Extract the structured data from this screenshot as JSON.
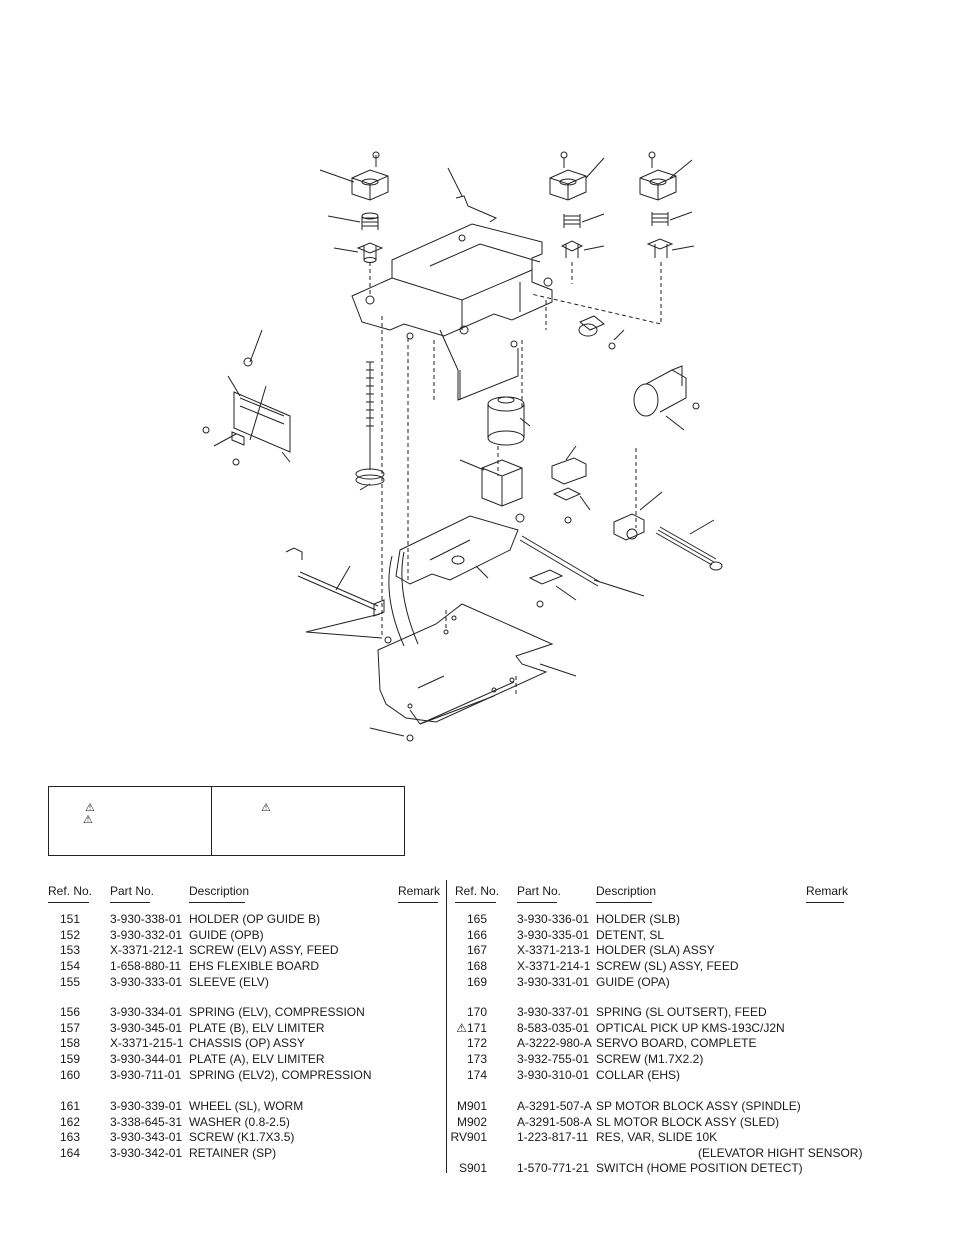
{
  "note_box": {
    "left_warnings": [
      "⚠",
      "⚠"
    ],
    "right_warnings": [
      "⚠"
    ]
  },
  "table_headers": {
    "ref": "Ref. No.",
    "part": "Part No.",
    "desc": "Description",
    "remark": "Remark"
  },
  "left_rows": [
    {
      "ref": "151",
      "part": "3-930-338-01",
      "desc": "HOLDER (OP GUIDE B)"
    },
    {
      "ref": "152",
      "part": "3-930-332-01",
      "desc": "GUIDE (OPB)"
    },
    {
      "ref": "153",
      "part": "X-3371-212-1",
      "desc": "SCREW (ELV) ASSY, FEED"
    },
    {
      "ref": "154",
      "part": "1-658-880-11",
      "desc": "EHS FLEXIBLE BOARD"
    },
    {
      "ref": "155",
      "part": "3-930-333-01",
      "desc": "SLEEVE (ELV)"
    },
    {
      "ref": "156",
      "part": "3-930-334-01",
      "desc": "SPRING (ELV), COMPRESSION"
    },
    {
      "ref": "157",
      "part": "3-930-345-01",
      "desc": "PLATE (B), ELV LIMITER"
    },
    {
      "ref": "158",
      "part": "X-3371-215-1",
      "desc": "CHASSIS (OP) ASSY"
    },
    {
      "ref": "159",
      "part": "3-930-344-01",
      "desc": "PLATE (A), ELV LIMITER"
    },
    {
      "ref": "160",
      "part": "3-930-711-01",
      "desc": "SPRING (ELV2), COMPRESSION"
    },
    {
      "ref": "161",
      "part": "3-930-339-01",
      "desc": "WHEEL (SL), WORM"
    },
    {
      "ref": "162",
      "part": "3-338-645-31",
      "desc": "WASHER (0.8-2.5)"
    },
    {
      "ref": "163",
      "part": "3-930-343-01",
      "desc": "SCREW (K1.7X3.5)"
    },
    {
      "ref": "164",
      "part": "3-930-342-01",
      "desc": "RETAINER (SP)"
    }
  ],
  "right_rows": [
    {
      "ref": "165",
      "part": "3-930-336-01",
      "desc": "HOLDER (SLB)"
    },
    {
      "ref": "166",
      "part": "3-930-335-01",
      "desc": "DETENT, SL"
    },
    {
      "ref": "167",
      "part": "X-3371-213-1",
      "desc": "HOLDER (SLA) ASSY"
    },
    {
      "ref": "168",
      "part": "X-3371-214-1",
      "desc": "SCREW (SL) ASSY, FEED"
    },
    {
      "ref": "169",
      "part": "3-930-331-01",
      "desc": "GUIDE (OPA)"
    },
    {
      "ref": "170",
      "part": "3-930-337-01",
      "desc": "SPRING (SL OUTSERT), FEED"
    },
    {
      "ref": "⚠171",
      "part": "8-583-035-01",
      "desc": "OPTICAL PICK UP KMS-193C/J2N"
    },
    {
      "ref": "172",
      "part": "A-3222-980-A",
      "desc": "SERVO BOARD, COMPLETE"
    },
    {
      "ref": "173",
      "part": "3-932-755-01",
      "desc": "SCREW (M1.7X2.2)"
    },
    {
      "ref": "174",
      "part": "3-930-310-01",
      "desc": "COLLAR (EHS)"
    },
    {
      "ref": "M901",
      "part": "A-3291-507-A",
      "desc": "SP MOTOR BLOCK ASSY (SPINDLE)"
    },
    {
      "ref": "M902",
      "part": "A-3291-508-A",
      "desc": "SL MOTOR BLOCK ASSY (SLED)"
    },
    {
      "ref": "RV901",
      "part": "1-223-817-11",
      "desc": "RES, VAR, SLIDE 10K"
    },
    {
      "ref": "",
      "part": "",
      "desc": "(ELEVATOR HIGHT SENSOR)"
    },
    {
      "ref": "S901",
      "part": "1-570-771-21",
      "desc": "SWITCH (HOME POSITION DETECT)"
    }
  ]
}
